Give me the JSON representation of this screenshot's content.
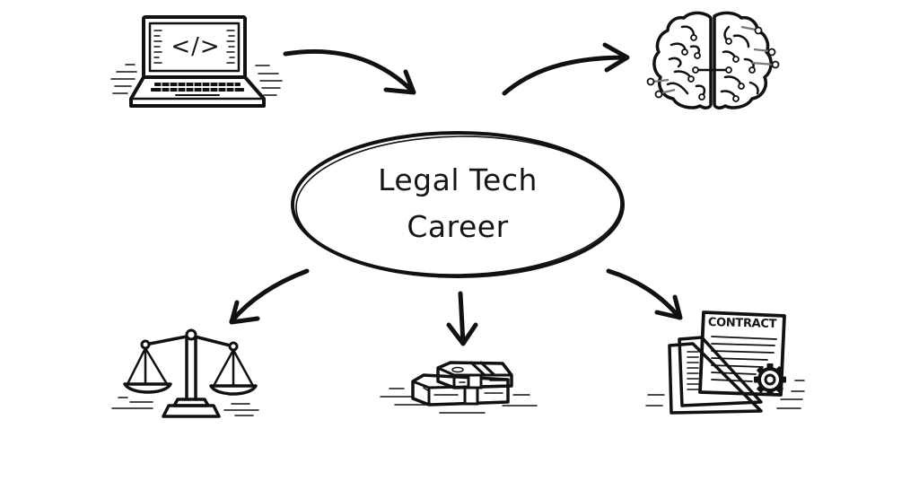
{
  "diagram": {
    "type": "mind-map",
    "background": "#ffffff",
    "ink_color": "#111111",
    "hub": {
      "line1": "Legal Tech",
      "line2": "Career"
    },
    "inputs": [
      {
        "id": "coding",
        "icon": "laptop-code-icon",
        "glyph": "</>"
      },
      {
        "id": "ai",
        "icon": "circuit-brain-icon"
      }
    ],
    "outputs": [
      {
        "id": "law",
        "icon": "scales-of-justice-icon"
      },
      {
        "id": "money",
        "icon": "cash-stack-icon"
      },
      {
        "id": "contracts",
        "icon": "contract-document-gear-icon",
        "label": "CONTRACT"
      }
    ],
    "edges": [
      {
        "from": "coding",
        "to": "hub"
      },
      {
        "from": "hub",
        "to": "ai"
      },
      {
        "from": "hub",
        "to": "law"
      },
      {
        "from": "hub",
        "to": "money"
      },
      {
        "from": "hub",
        "to": "contracts"
      }
    ]
  }
}
